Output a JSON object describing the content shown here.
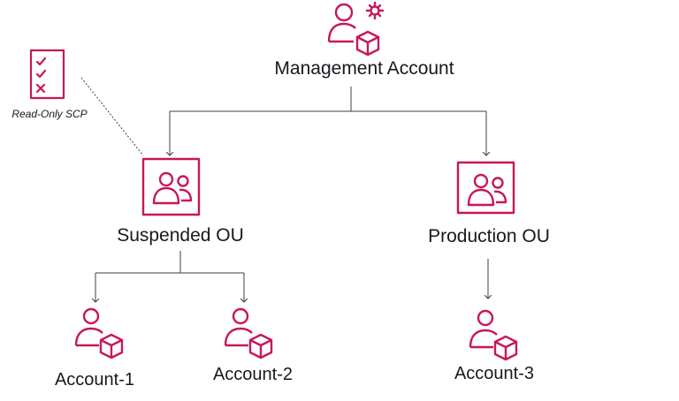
{
  "diagram": {
    "management": {
      "label": "Management Account",
      "icon": "user-gear-box-icon"
    },
    "suspended_ou": {
      "label": "Suspended OU",
      "icon": "ou-users-icon"
    },
    "production_ou": {
      "label": "Production OU",
      "icon": "ou-users-icon"
    },
    "accounts": [
      {
        "label": "Account-1",
        "icon": "user-box-icon"
      },
      {
        "label": "Account-2",
        "icon": "user-box-icon"
      },
      {
        "label": "Account-3",
        "icon": "user-box-icon"
      }
    ],
    "policy": {
      "label": "Read-Only SCP",
      "icon": "checklist-icon"
    },
    "colors": {
      "accent": "#c7175b",
      "line": "#3b3f45",
      "text": "#16191f"
    }
  }
}
